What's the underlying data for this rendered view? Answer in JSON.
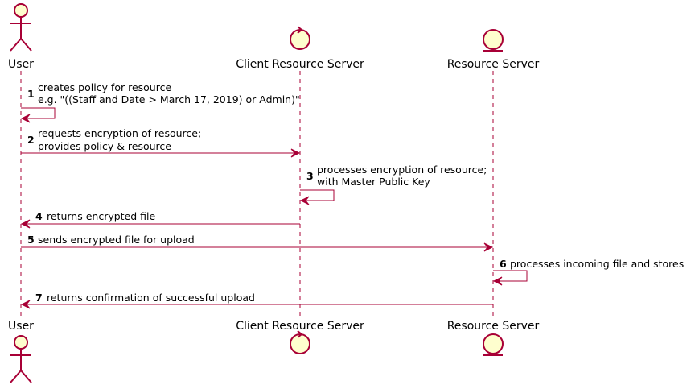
{
  "participants": {
    "user": {
      "name": "User",
      "kind": "actor"
    },
    "client": {
      "name": "Client Resource Server",
      "kind": "control"
    },
    "resource": {
      "name": "Resource Server",
      "kind": "entity"
    }
  },
  "messages": [
    {
      "num": "1",
      "lines": [
        "creates policy for resource",
        "e.g. \"((Staff and Date > March 17, 2019) or Admin)\""
      ]
    },
    {
      "num": "2",
      "lines": [
        "requests encryption of resource;",
        "provides policy & resource"
      ]
    },
    {
      "num": "3",
      "lines": [
        "processes encryption of resource;",
        "with Master Public Key"
      ]
    },
    {
      "num": "4",
      "lines": [
        "returns encrypted file"
      ]
    },
    {
      "num": "5",
      "lines": [
        "sends encrypted file for upload"
      ]
    },
    {
      "num": "6",
      "lines": [
        "processes incoming file and stores"
      ]
    },
    {
      "num": "7",
      "lines": [
        "returns confirmation of successful upload"
      ]
    }
  ],
  "colors": {
    "line": "#A80036",
    "fill": "#FEFECE",
    "text": "#000000"
  }
}
